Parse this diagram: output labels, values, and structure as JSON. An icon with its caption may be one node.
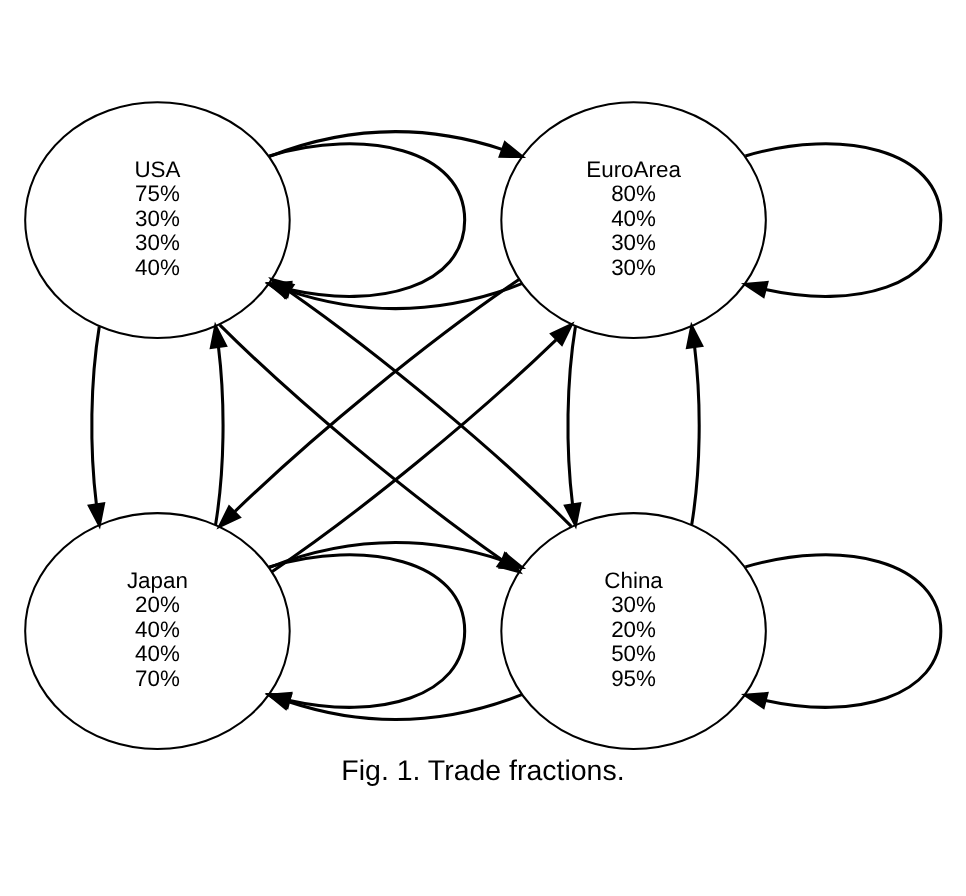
{
  "diagram": {
    "caption": "Fig. 1. Trade fractions.",
    "nodes": [
      {
        "text": [
          "USA",
          "75%",
          "30%",
          "30%",
          "40%"
        ]
      },
      {
        "text": [
          "EuroArea",
          "80%",
          "40%",
          "30%",
          "30%"
        ]
      },
      {
        "text": [
          "Japan",
          "20%",
          "40%",
          "40%",
          "70%"
        ]
      },
      {
        "text": [
          "China",
          "30%",
          "20%",
          "50%",
          "95%"
        ]
      }
    ],
    "edges": [
      {
        "from": 0,
        "to": 0,
        "arrow": "to"
      },
      {
        "from": 1,
        "to": 1,
        "arrow": "to"
      },
      {
        "from": 1,
        "to": 0,
        "arrow": "to"
      },
      {
        "from": 0,
        "to": 1,
        "arrow": "to"
      },
      {
        "from": 2,
        "to": 0,
        "arrow": "to"
      },
      {
        "from": 0,
        "to": 2,
        "arrow": "to"
      },
      {
        "from": 3,
        "to": 0,
        "arrow": "to"
      },
      {
        "from": 0,
        "to": 3,
        "arrow": "to"
      },
      {
        "from": 1,
        "to": 2,
        "arrow": "to"
      },
      {
        "from": 2,
        "to": 1,
        "arrow": "to"
      },
      {
        "from": 1,
        "to": 3,
        "arrow": "to"
      },
      {
        "from": 3,
        "to": 1,
        "arrow": "to"
      },
      {
        "from": 3,
        "to": 2,
        "arrow": "to"
      },
      {
        "from": 2,
        "to": 3,
        "arrow": "to"
      },
      {
        "from": 2,
        "to": 2,
        "arrow": "to"
      },
      {
        "from": 3,
        "to": 3,
        "arrow": "to"
      }
    ]
  }
}
